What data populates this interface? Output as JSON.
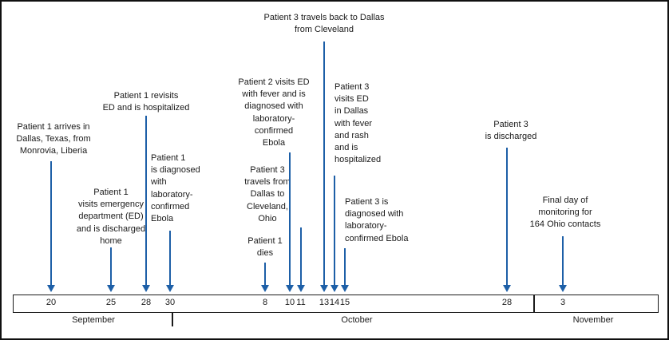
{
  "colors": {
    "accent": "#1d5fa7",
    "frame": "#101010"
  },
  "events": [
    {
      "text": "Patient 1 arrives in\nDallas, Texas, from\nMonrovia, Liberia"
    },
    {
      "text": "Patient 1\nvisits emergency\ndepartment (ED)\nand is discharged\nhome"
    },
    {
      "text": "Patient 1 revisits\nED and is hospitalized"
    },
    {
      "text": "Patient 1\nis diagnosed\nwith\nlaboratory-\nconfirmed\nEbola"
    },
    {
      "text": "Patient 1\ndies"
    },
    {
      "text": "Patient 2 visits ED\nwith fever and is\ndiagnosed with\nlaboratory-\nconfirmed\nEbola"
    },
    {
      "text": "Patient 3\ntravels from\nDallas to\nCleveland,\nOhio"
    },
    {
      "text": "Patient 3 travels back to Dallas\nfrom Cleveland"
    },
    {
      "text": "Patient 3\nvisits ED\nin Dallas\nwith fever\nand rash\nand is\nhospitalized"
    },
    {
      "text": "Patient 3 is\ndiagnosed with\nlaboratory-\nconfirmed Ebola"
    },
    {
      "text": "Patient 3\nis discharged"
    },
    {
      "text": "Final day of\nmonitoring for\n164 Ohio contacts"
    }
  ],
  "timeline": {
    "dates": [
      "20",
      "25",
      "28",
      "30",
      "8",
      "10",
      "11",
      "13",
      "14",
      "15",
      "28",
      "3"
    ],
    "months": [
      "September",
      "October",
      "November"
    ]
  }
}
